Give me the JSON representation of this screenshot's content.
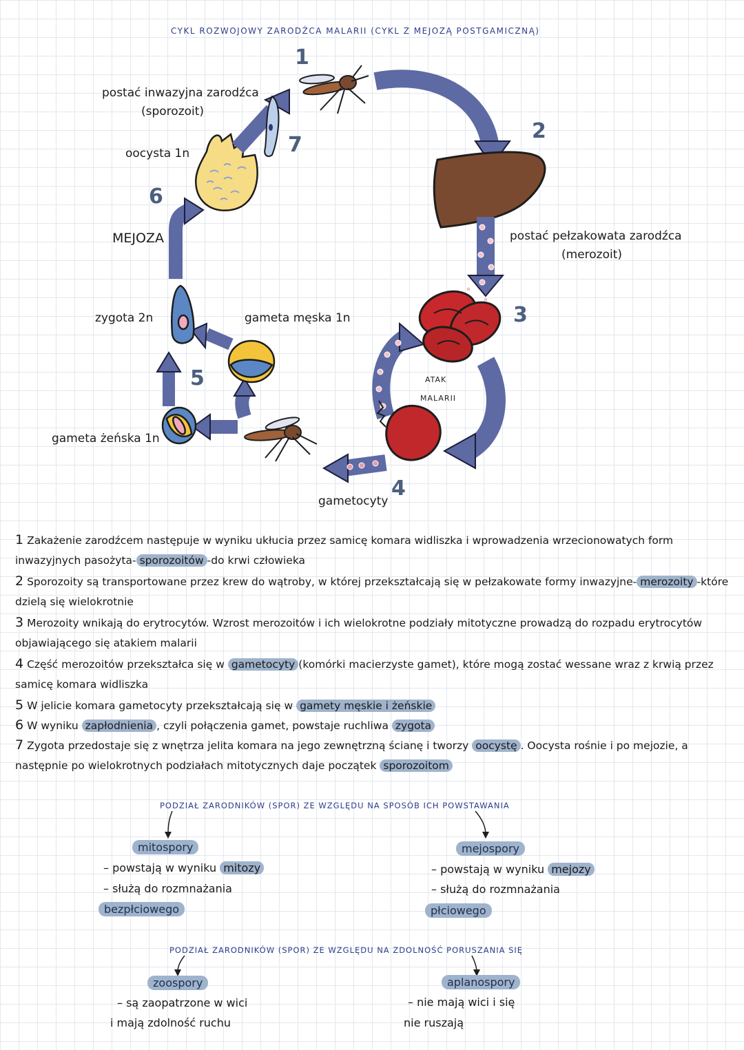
{
  "diagram": {
    "title": "CYKL ROZWOJOWY ZARODŹCA MALARII (CYKL Z MEJOZĄ POSTGAMICZNĄ)",
    "labels": {
      "sporozoit": "postać inwazyjna zarodźca",
      "sporozoit_sub": "(sporozoit)",
      "oocysta": "oocysta 1n",
      "mejoza": "MEJOZA",
      "zygota": "zygota 2n",
      "gameta_meska": "gameta męska 1n",
      "gameta_zenska": "gameta żeńska 1n",
      "merozoit": "postać pełzakowata zarodźca",
      "merozoit_sub": "(merozoit)",
      "atak1": "ATAK",
      "atak2": "MALARII",
      "gametocyty": "gametocyty"
    },
    "numbers": [
      "1",
      "2",
      "3",
      "4",
      "5",
      "6",
      "7"
    ]
  },
  "steps": [
    {
      "n": "1",
      "a": "Zakażenie zarodźcem następuje w wyniku ukłucia przez samicę komara widliszka i wprowadzenia wrzecionowatych form inwazyjnych pasożyta-",
      "h": "sporozoitów",
      "b": "-do krwi człowieka"
    },
    {
      "n": "2",
      "a": "Sporozoity są transportowane przez krew do wątroby, w której przekształcają się w pełzakowate formy inwazyjne-",
      "h": "merozoity",
      "b": "-które dzielą się wielokrotnie"
    },
    {
      "n": "3",
      "a": "Merozoity wnikają do erytrocytów. Wzrost merozoitów i ich wielokrotne podziały mitotyczne prowadzą do rozpadu erytrocytów objawiającego się atakiem malarii",
      "h": "",
      "b": ""
    },
    {
      "n": "4",
      "a": "Część merozoitów przekształca się w",
      "h": "gametocyty",
      "b": "(komórki macierzyste gamet), które mogą zostać wessane wraz z krwią przez samicę komara widliszka"
    },
    {
      "n": "5",
      "a": "W jelicie komara gametocyty przekształcają się w",
      "h": "gamety męskie i żeńskie",
      "b": ""
    },
    {
      "n": "6",
      "a": "W wyniku",
      "h": "zapłodnienia",
      "b": ", czyli połączenia gamet, powstaje ruchliwa",
      "h2": "zygota"
    },
    {
      "n": "7",
      "a": "Zygota przedostaje się z wnętrza jelita komara na jego zewnętrzną ścianę i tworzy",
      "h": "oocystę",
      "b": ". Oocysta rośnie i po mejozie, a następnie po wielokrotnych podziałach mitotycznych daje początek",
      "h2": "sporozoitom"
    }
  ],
  "division1": {
    "header": "PODZIAŁ ZARODNIKÓW (SPOR) ZE WZGLĘDU NA SPOSÓB ICH POWSTAWANIA",
    "left": {
      "title": "mitospory",
      "l1a": "powstają w wyniku",
      "l1h": "mitozy",
      "l2": "służą do rozmnażania",
      "l3": "bezpłciowego"
    },
    "right": {
      "title": "mejospory",
      "l1a": "powstają w wyniku",
      "l1h": "mejozy",
      "l2": "służą do rozmnażania",
      "l3": "płciowego"
    }
  },
  "division2": {
    "header": "PODZIAŁ ZARODNIKÓW (SPOR) ZE WZGLĘDU NA ZDOLNOŚĆ PORUSZANIA SIĘ",
    "left": {
      "title": "zoospory",
      "l1": "są zaopatrzone w wici",
      "l2": "i mają zdolność ruchu"
    },
    "right": {
      "title": "aplanospory",
      "l1": "nie mają wici i się",
      "l2": "nie ruszają"
    }
  },
  "colors": {
    "arrow": "#5d6aa3",
    "liver": "#7a4a30",
    "blood": "#c0282c",
    "cyst": "#f7dc86",
    "gamete_blue": "#5b88c4",
    "gamete_yellow": "#f3c43a",
    "highlight": "#9fb3cc"
  }
}
